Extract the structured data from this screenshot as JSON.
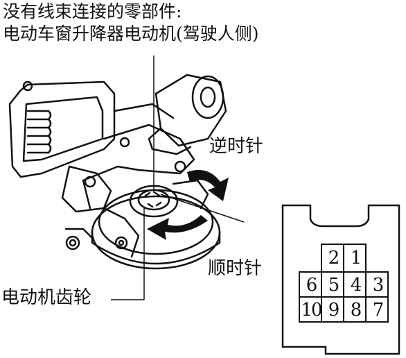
{
  "title": {
    "line1": "没有线束连接的零部件:",
    "line2": "电动车窗升降器电动机(驾驶人侧)"
  },
  "labels": {
    "counterclockwise": "逆时针",
    "clockwise": "顺时针",
    "motor_gear": "电动机齿轮"
  },
  "connector": {
    "top_row": [
      "2",
      "1"
    ],
    "middle_row": [
      "6",
      "5",
      "4",
      "3"
    ],
    "bottom_row": [
      "10",
      "9",
      "8",
      "7"
    ]
  }
}
